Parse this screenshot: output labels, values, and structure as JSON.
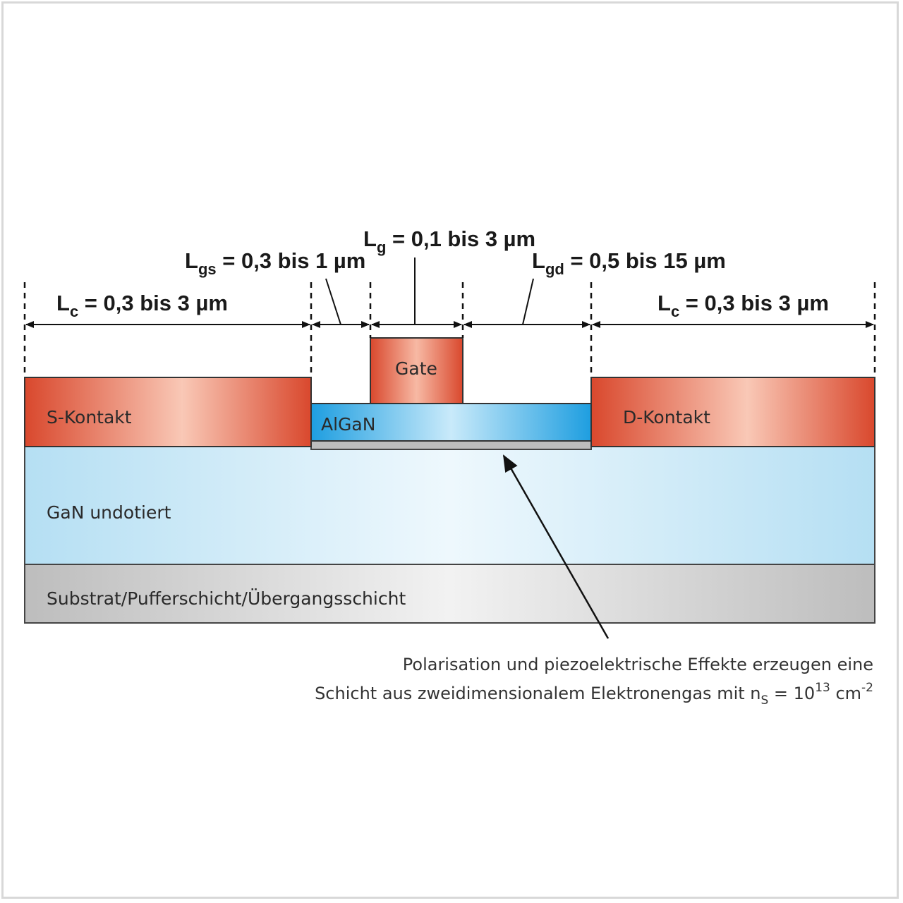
{
  "layers": {
    "s_contact": "S-Kontakt",
    "d_contact": "D-Kontakt",
    "gate": "Gate",
    "algan": "AlGaN",
    "gan": "GaN undotiert",
    "substrate": "Substrat/Pufferschicht/Übergangsschicht"
  },
  "dimensions": {
    "lc_left": {
      "sym": "L",
      "sub": "c",
      "text": " = 0,3 bis 3 µm"
    },
    "lgs": {
      "sym": "L",
      "sub": "gs",
      "text": " = 0,3 bis 1 µm"
    },
    "lg": {
      "sym": "L",
      "sub": "g",
      "text": " = 0,1 bis 3 µm"
    },
    "lgd": {
      "sym": "L",
      "sub": "gd",
      "text": " = 0,5 bis 15 µm"
    },
    "lc_right": {
      "sym": "L",
      "sub": "c",
      "text": " = 0,3 bis 3 µm"
    }
  },
  "annotation": {
    "line1": "Polarisation und piezoelektrische Effekte erzeugen eine",
    "line2_pre": "Schicht aus zweidimensionalem Elektronengas mit n",
    "line2_sub": "S",
    "line2_mid": " = 10",
    "line2_sup": "13",
    "line2_unit": " cm",
    "line2_sup2": "-2"
  },
  "colors": {
    "contact": "#e0553a",
    "contact_light": "#fde0d6",
    "algan": "#29a3e0",
    "gan": "#c4e6f5",
    "substrate": "#c4c4c4"
  }
}
